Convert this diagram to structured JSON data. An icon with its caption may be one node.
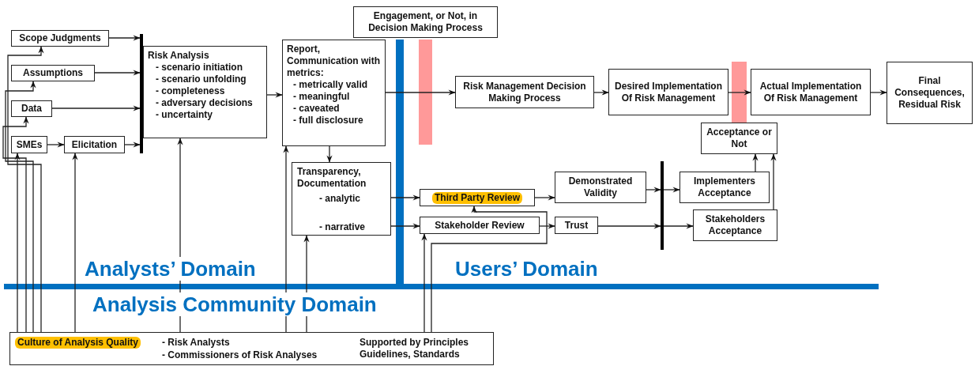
{
  "diagram": {
    "nodes": [
      {
        "text": [
          "Scope Judgments"
        ]
      },
      {
        "text": [
          "Assumptions"
        ]
      },
      {
        "text": [
          "Data"
        ]
      },
      {
        "text": [
          "SMEs"
        ]
      },
      {
        "text": [
          "Elicitation"
        ]
      },
      {
        "text": [],
        "shape": "bar"
      },
      {
        "text": [
          "Risk Analysis",
          "- scenario initiation",
          "- scenario unfolding",
          "- completeness",
          "- adversary decisions",
          "- uncertainty"
        ]
      },
      {
        "text": [
          "Engagement, or Not, in Decision Making Process"
        ]
      },
      {
        "text": [
          "Report, Communication with metrics:",
          "- metrically valid",
          "- meaningful",
          "- caveated",
          "- full disclosure"
        ]
      },
      {
        "text": [
          "Transparency, Documentation",
          "- analytic",
          "- narrative"
        ]
      },
      {
        "text": [
          "Risk Management Decision Making Process"
        ]
      },
      {
        "text": [
          "Desired Implementation Of Risk Management"
        ]
      },
      {
        "text": [
          "Actual Implementation Of Risk Management"
        ]
      },
      {
        "text": [
          "Final Consequences, Residual Risk"
        ]
      },
      {
        "text": [
          "Acceptance or Not"
        ]
      },
      {
        "text": [
          "Third Party Review"
        ]
      },
      {
        "text": [
          "Demonstrated Validity"
        ]
      },
      {
        "text": [],
        "shape": "bar"
      },
      {
        "text": [
          "Implementers Acceptance"
        ]
      },
      {
        "text": [
          "Stakeholder Review"
        ]
      },
      {
        "text": [
          "Trust"
        ]
      },
      {
        "text": [
          "Stakeholders Acceptance"
        ]
      },
      {
        "text": [
          "Culture of Analysis Quality",
          "- Risk Analysts",
          "- Commissioners of Risk Analyses",
          "Supported by Principles Guidelines, Standards"
        ]
      }
    ],
    "edges": [
      {
        "from": 0,
        "to": 5,
        "arrow": "to"
      },
      {
        "from": 1,
        "to": 5,
        "arrow": "to"
      },
      {
        "from": 2,
        "to": 5,
        "arrow": "to"
      },
      {
        "from": 4,
        "to": 5,
        "arrow": "to"
      },
      {
        "from": 3,
        "to": 4,
        "arrow": "to"
      },
      {
        "from": 6,
        "to": 8,
        "arrow": "to"
      },
      {
        "from": 8,
        "to": 10,
        "arrow": "to"
      },
      {
        "from": 8,
        "to": 9,
        "arrow": "to"
      },
      {
        "from": 9,
        "to": 15,
        "arrow": "to"
      },
      {
        "from": 9,
        "to": 19,
        "arrow": "to"
      },
      {
        "from": 15,
        "to": 16,
        "arrow": "to"
      },
      {
        "from": 19,
        "to": 20,
        "arrow": "to"
      },
      {
        "from": 16,
        "to": 17,
        "arrow": "to"
      },
      {
        "from": 17,
        "to": 18,
        "arrow": "to"
      },
      {
        "from": 20,
        "to": 17,
        "arrow": "to"
      },
      {
        "from": 17,
        "to": 21,
        "arrow": "to"
      },
      {
        "from": 18,
        "to": 14,
        "arrow": "to"
      },
      {
        "from": 21,
        "to": 14,
        "arrow": "to"
      },
      {
        "from": 10,
        "to": 11,
        "arrow": "to"
      },
      {
        "from": 11,
        "to": 12,
        "arrow": "to"
      },
      {
        "from": 12,
        "to": 13,
        "arrow": "to"
      },
      {
        "from": 22,
        "to": 3,
        "arrow": "to"
      },
      {
        "from": 22,
        "to": 2,
        "arrow": "to"
      },
      {
        "from": 22,
        "to": 1,
        "arrow": "to"
      },
      {
        "from": 22,
        "to": 0,
        "arrow": "to"
      },
      {
        "from": 22,
        "to": 4,
        "arrow": "to"
      },
      {
        "from": 22,
        "to": 6,
        "arrow": "to"
      },
      {
        "from": 22,
        "to": 8,
        "arrow": "to"
      },
      {
        "from": 22,
        "to": 9,
        "arrow": "to"
      },
      {
        "from": 22,
        "to": 19,
        "arrow": "to"
      },
      {
        "from": 22,
        "to": 15,
        "arrow": "to"
      }
    ],
    "labels": [
      "Analysts’ Domain",
      "Users’ Domain",
      "Analysis Community Domain"
    ]
  }
}
